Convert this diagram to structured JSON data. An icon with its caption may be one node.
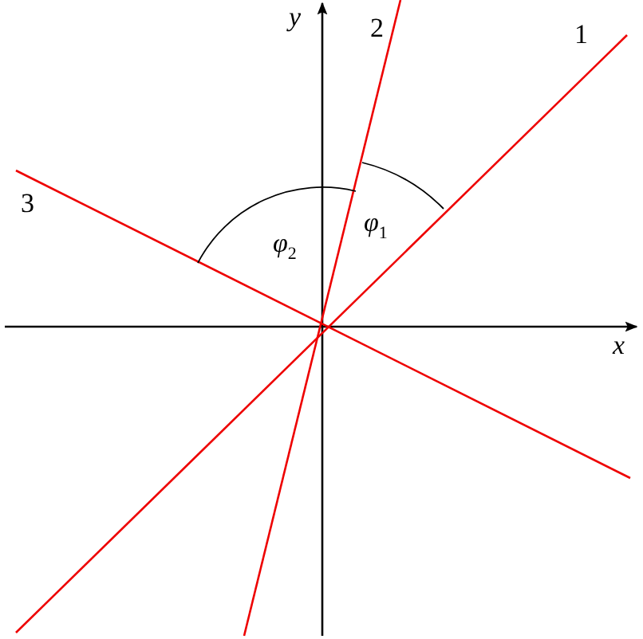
{
  "diagram": {
    "labels": [
      "y",
      "2",
      "1",
      "3",
      "φ$_{1}$",
      "φ$_{2}$",
      "x"
    ]
  }
}
